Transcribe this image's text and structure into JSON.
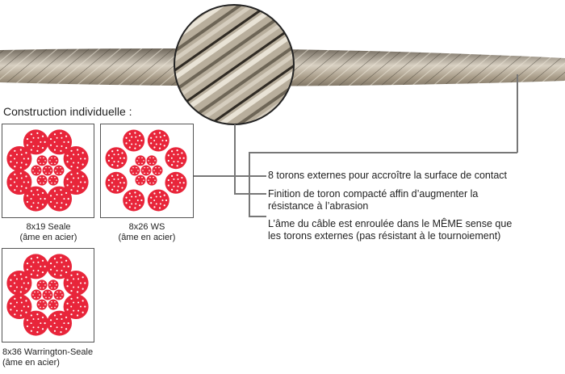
{
  "heading": "Construction individuelle :",
  "constructions": [
    {
      "name": "8x19 Seale",
      "core": "(âme en acier)"
    },
    {
      "name": "8x26 WS",
      "core": "(âme en acier)"
    },
    {
      "name": "8x36 Warrington-Seale",
      "core": "(âme en acier)"
    }
  ],
  "callouts": [
    {
      "text": "8 torons externes pour accroître la surface de contact"
    },
    {
      "line1": "Finition de toron compacté affin d’augmenter la",
      "line2": "résistance à l’abrasion"
    },
    {
      "line1": "L’âme du câble est enroulée dans le MÊME sense que",
      "line2": "les torons externes (pas résistant à le tournoiement)"
    }
  ],
  "colors": {
    "strand": "#e8253a",
    "rope": "#a89c88",
    "line": "#777777"
  }
}
